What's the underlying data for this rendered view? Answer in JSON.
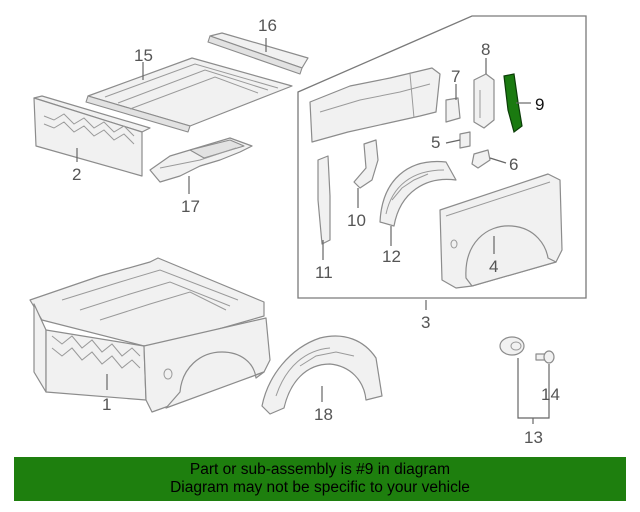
{
  "colors": {
    "highlight": "#1a7a10",
    "banner_bg": "#1e7f0e",
    "line": "#8c8c8c",
    "text": "#555555"
  },
  "diagram": {
    "callouts": {
      "c1": "1",
      "c2": "2",
      "c3": "3",
      "c4": "4",
      "c5": "5",
      "c6": "6",
      "c7": "7",
      "c8": "8",
      "c9": "9",
      "c10": "10",
      "c11": "11",
      "c12": "12",
      "c13": "13",
      "c14": "14",
      "c15": "15",
      "c16": "16",
      "c17": "17",
      "c18": "18"
    },
    "highlighted_part": "9"
  },
  "banner": {
    "line1": "Part or sub-assembly is #9 in diagram",
    "line2": "Diagram may not be specific to your vehicle"
  }
}
